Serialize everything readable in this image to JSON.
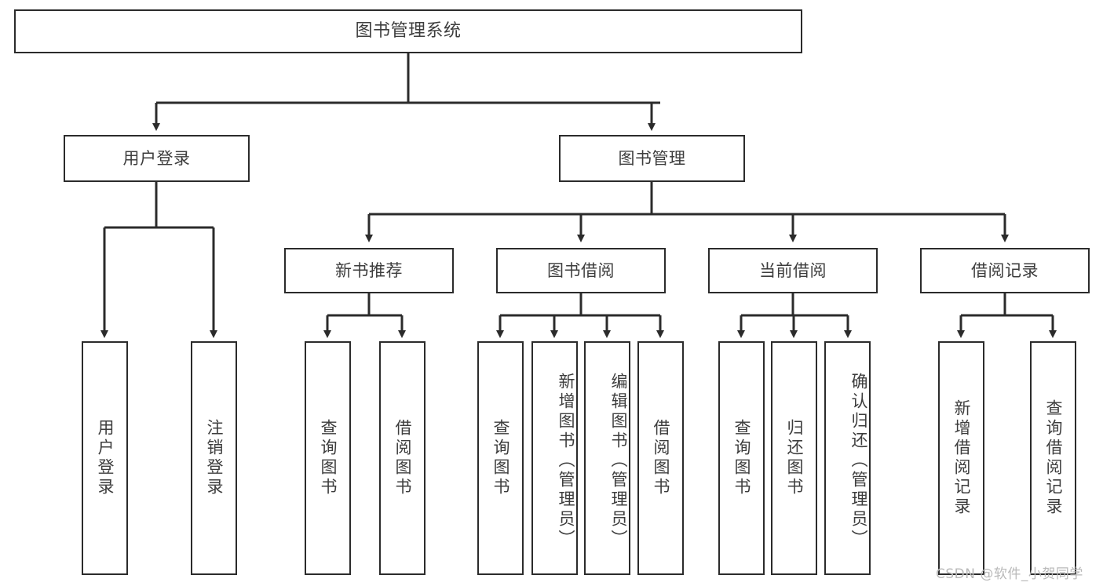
{
  "diagram": {
    "title": "图书管理系统",
    "type": "tree-hierarchy-chart",
    "levels": {
      "root": {
        "label": "图书管理系统"
      },
      "level1": [
        {
          "id": "user-login",
          "label": "用户登录"
        },
        {
          "id": "book-management",
          "label": "图书管理"
        }
      ],
      "level2": [
        {
          "id": "new-book-recommend",
          "label": "新书推荐",
          "parent": "book-management"
        },
        {
          "id": "book-borrow",
          "label": "图书借阅",
          "parent": "book-management"
        },
        {
          "id": "current-borrow",
          "label": "当前借阅",
          "parent": "book-management"
        },
        {
          "id": "borrow-record",
          "label": "借阅记录",
          "parent": "book-management"
        }
      ],
      "leaves": [
        {
          "id": "leaf-user-login",
          "label": "用户登录",
          "parent": "user-login"
        },
        {
          "id": "leaf-logout-login",
          "label": "注销登录",
          "parent": "user-login"
        },
        {
          "id": "leaf-query-book-1",
          "label": "查询图书",
          "parent": "new-book-recommend"
        },
        {
          "id": "leaf-borrow-book-1",
          "label": "借阅图书",
          "parent": "new-book-recommend"
        },
        {
          "id": "leaf-query-book-2",
          "label": "查询图书",
          "parent": "book-borrow"
        },
        {
          "id": "leaf-add-book",
          "label": "新增图书（管理员）",
          "parent": "book-borrow"
        },
        {
          "id": "leaf-edit-book",
          "label": "编辑图书（管理员）",
          "parent": "book-borrow"
        },
        {
          "id": "leaf-borrow-book-2",
          "label": "借阅图书",
          "parent": "book-borrow"
        },
        {
          "id": "leaf-query-book-3",
          "label": "查询图书",
          "parent": "current-borrow"
        },
        {
          "id": "leaf-return-book",
          "label": "归还图书",
          "parent": "current-borrow"
        },
        {
          "id": "leaf-confirm-return",
          "label": "确认归还（管理员）",
          "parent": "current-borrow"
        },
        {
          "id": "leaf-add-record",
          "label": "新增借阅记录",
          "parent": "borrow-record"
        },
        {
          "id": "leaf-query-record",
          "label": "查询借阅记录",
          "parent": "borrow-record"
        }
      ]
    },
    "colors": {
      "stroke": "#2b2b2b",
      "text": "#3d3d3d",
      "background": "#ffffff",
      "watermark": "#b9b9b9"
    }
  },
  "watermark": {
    "text": "CSDN @软件_小贺同学"
  }
}
